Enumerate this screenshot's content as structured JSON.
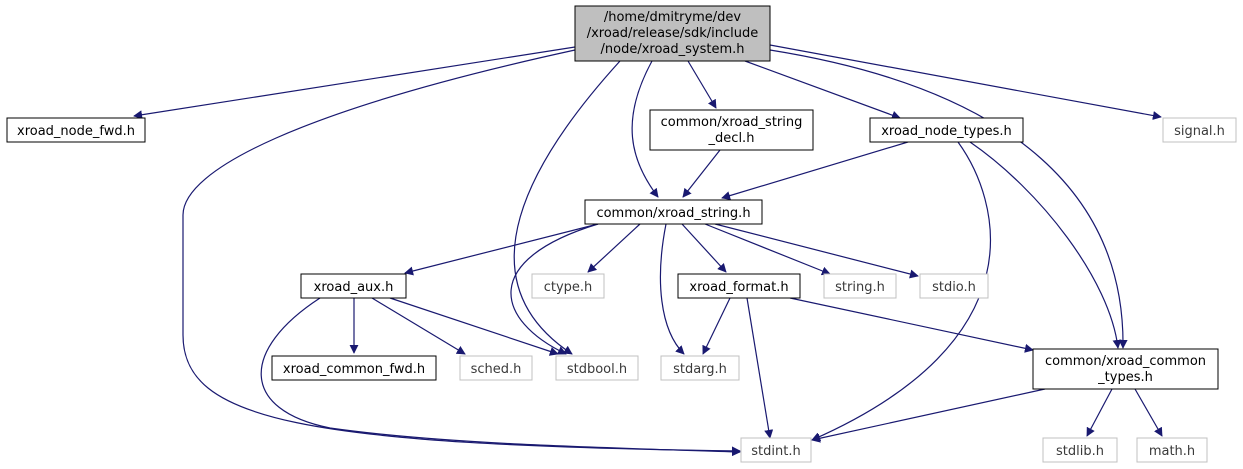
{
  "colors": {
    "edge": "#191970",
    "node_border": "#000000",
    "node_border_system": "#c0c0c0",
    "root_fill": "#bfbfbf",
    "text": "#000000",
    "system_text": "#3a3a3a"
  },
  "nodes": {
    "root": {
      "lines": [
        "/home/dmitryme/dev",
        "/xroad/release/sdk/include",
        "/node/xroad_system.h"
      ]
    },
    "node_fwd": {
      "label": "xroad_node_fwd.h"
    },
    "string_decl": {
      "lines": [
        "common/xroad_string",
        "_decl.h"
      ]
    },
    "node_types": {
      "label": "xroad_node_types.h"
    },
    "signal": {
      "label": "signal.h"
    },
    "string": {
      "label": "common/xroad_string.h"
    },
    "aux": {
      "label": "xroad_aux.h"
    },
    "ctype": {
      "label": "ctype.h"
    },
    "format": {
      "label": "xroad_format.h"
    },
    "string_h": {
      "label": "string.h"
    },
    "stdio": {
      "label": "stdio.h"
    },
    "common_fwd": {
      "label": "xroad_common_fwd.h"
    },
    "sched": {
      "label": "sched.h"
    },
    "stdbool": {
      "label": "stdbool.h"
    },
    "stdarg": {
      "label": "stdarg.h"
    },
    "common_types": {
      "lines": [
        "common/xroad_common",
        "_types.h"
      ]
    },
    "stdint": {
      "label": "stdint.h"
    },
    "stdlib": {
      "label": "stdlib.h"
    },
    "math": {
      "label": "math.h"
    }
  }
}
